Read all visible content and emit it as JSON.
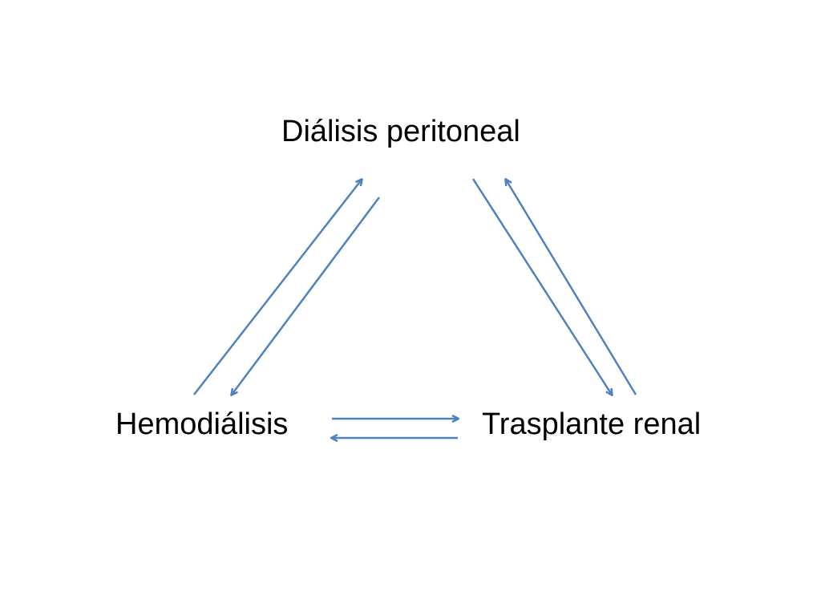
{
  "diagram": {
    "nodes": {
      "top": "Diálisis peritoneal",
      "left": "Hemodiálisis",
      "right": "Trasplante renal"
    },
    "edges": [
      {
        "from": "left",
        "to": "top"
      },
      {
        "from": "top",
        "to": "left"
      },
      {
        "from": "top",
        "to": "right"
      },
      {
        "from": "right",
        "to": "top"
      },
      {
        "from": "left",
        "to": "right"
      },
      {
        "from": "right",
        "to": "left"
      }
    ],
    "arrow_color": "#4f81bd"
  }
}
